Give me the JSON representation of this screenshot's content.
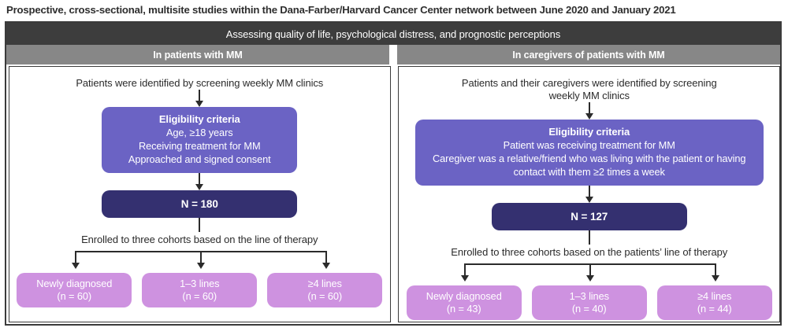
{
  "figure": {
    "title": "Prospective, cross-sectional, multisite studies within the Dana-Farber/Harvard Cancer Center network between June 2020 and January 2021",
    "banner": "Assessing quality of life, psychological distress, and prognostic perceptions"
  },
  "colors": {
    "banner_bg": "#3d3d3d",
    "subheader_bg": "#878787",
    "eligibility_bg": "#6b63c4",
    "n_box_bg": "#343070",
    "cohort_bg": "#ce92e0",
    "frame_border": "#3b3b3b",
    "text": "#2b2b2b"
  },
  "panels": [
    {
      "header": "In patients with MM",
      "screening_text": "Patients were identified by screening weekly MM clinics",
      "eligibility": {
        "title": "Eligibility criteria",
        "lines": [
          "Age, ≥18 years",
          "Receiving treatment for MM",
          "Approached and signed consent"
        ]
      },
      "n_box": "N = 180",
      "enrolled_text": "Enrolled to three cohorts based on the line of therapy",
      "cohorts": [
        {
          "label": "Newly diagnosed",
          "count": "(n = 60)"
        },
        {
          "label": "1–3 lines",
          "count": "(n = 60)"
        },
        {
          "label": "≥4 lines",
          "count": "(n = 60)"
        }
      ]
    },
    {
      "header": "In caregivers of patients with MM",
      "screening_text": "Patients and their caregivers were identified by screening weekly MM clinics",
      "eligibility": {
        "title": "Eligibility criteria",
        "lines": [
          "Patient was receiving treatment for MM",
          "Caregiver was a relative/friend who was living with the patient or having contact with them ≥2 times a week"
        ]
      },
      "n_box": "N = 127",
      "enrolled_text": "Enrolled to three cohorts based on the patients’ line of therapy",
      "cohorts": [
        {
          "label": "Newly diagnosed",
          "count": "(n = 43)"
        },
        {
          "label": "1–3 lines",
          "count": "(n = 40)"
        },
        {
          "label": "≥4 lines",
          "count": "(n = 44)"
        }
      ]
    }
  ]
}
